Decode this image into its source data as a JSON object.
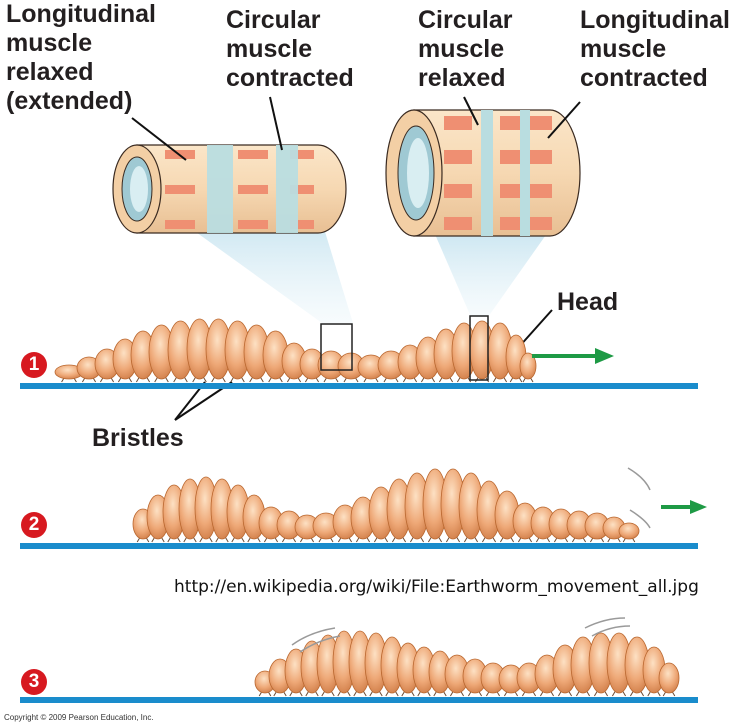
{
  "labels": {
    "longitudinal_relaxed": "Longitudinal\nmuscle\nrelaxed\n(extended)",
    "circular_contracted": "Circular\nmuscle\ncontracted",
    "circular_relaxed": "Circular\nmuscle\nrelaxed",
    "longitudinal_contracted": "Longitudinal\nmuscle\ncontracted",
    "head": "Head",
    "bristles": "Bristles"
  },
  "steps": [
    "1",
    "2",
    "3"
  ],
  "source_url": "http://en.wikipedia.org/wiki/File:Earthworm_movement_all.jpg",
  "copyright": "Copyright © 2009 Pearson Education, Inc.",
  "colors": {
    "ground_line": "#1a8ccc",
    "arrow": "#1e9a45",
    "badge": "#d71920",
    "worm_body": "#e9a46f",
    "muscle_band": "#ef8f72",
    "circular_band": "#b9dde0"
  }
}
